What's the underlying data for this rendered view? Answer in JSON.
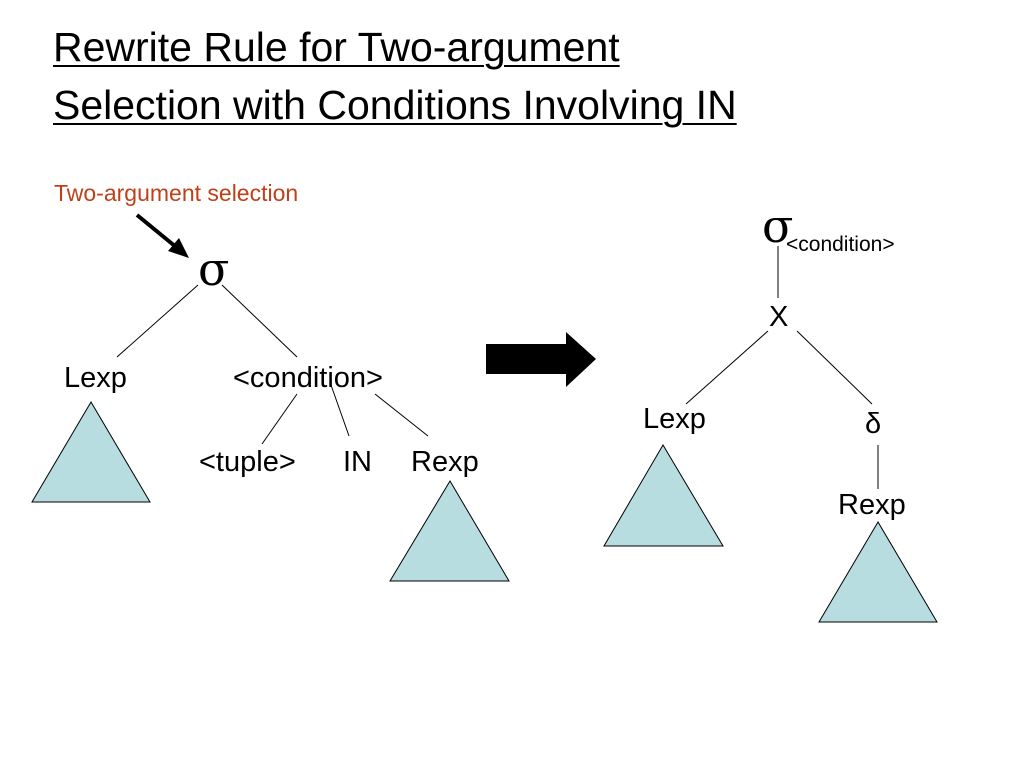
{
  "title": {
    "line1": "Rewrite Rule for Two-argument",
    "line2": "Selection with Conditions Involving IN"
  },
  "annotation": {
    "text": "Two-argument selection",
    "color": "#c0401a"
  },
  "colors": {
    "triangle_fill": "#b7dde1",
    "line": "#000000"
  },
  "left_tree": {
    "root_symbol": "σ",
    "left_child": "Lexp",
    "right_child": "<condition>",
    "condition_children": [
      "<tuple>",
      "IN",
      "Rexp"
    ]
  },
  "right_tree": {
    "root_symbol": "σ",
    "root_subscript": "<condition>",
    "product_symbol": "X",
    "left_child": "Lexp",
    "delta_symbol": "δ",
    "delta_child": "Rexp"
  }
}
